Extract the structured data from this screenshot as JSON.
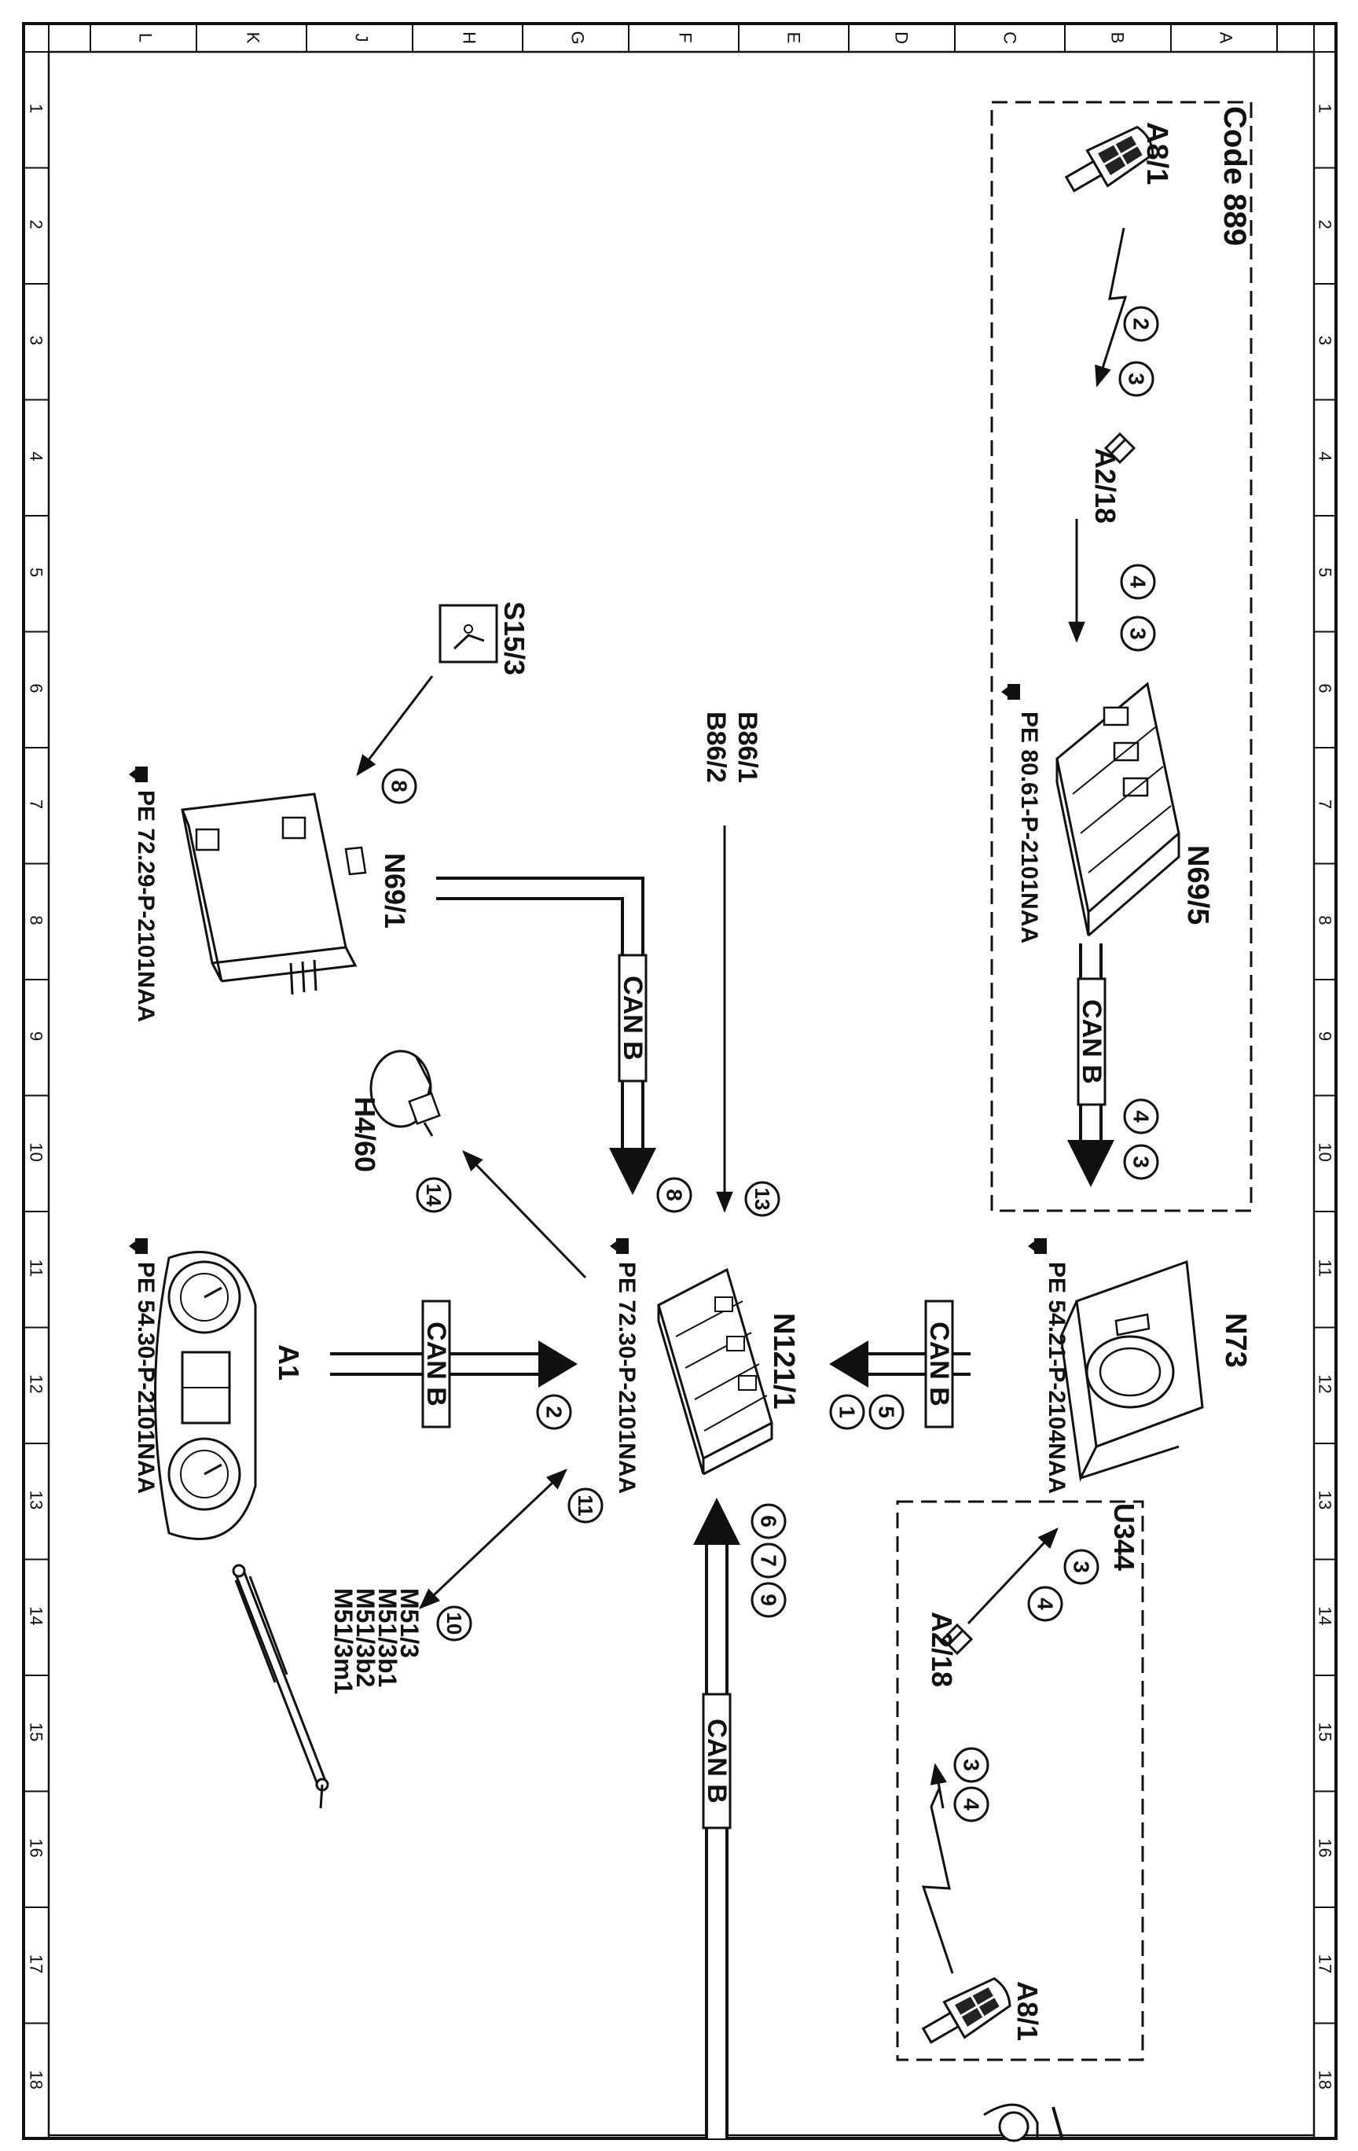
{
  "frame": {
    "columns": [
      "A",
      "B",
      "C",
      "D",
      "E",
      "F",
      "G",
      "H",
      "J",
      "K",
      "L"
    ],
    "rows": [
      "1",
      "2",
      "3",
      "4",
      "5",
      "6",
      "7",
      "8",
      "9",
      "10",
      "11",
      "12",
      "13",
      "14",
      "15",
      "16",
      "17",
      "18"
    ]
  },
  "groups": {
    "code889": "Code 889",
    "u344": "U344"
  },
  "bus": {
    "label": "CAN B"
  },
  "components": {
    "a8_1_top": "A8/1",
    "a2_18_top": "A2/18",
    "n69_5": "N69/5",
    "n69_5_ref": "PE 80.61-P-2101NAA",
    "n73": "N73",
    "n73_ref": "PE 54.21-P-2104NAA",
    "n121_1": "N121/1",
    "n121_1_ref": "PE 72.30-P-2101NAA",
    "b86": [
      "B86/1",
      "B86/2"
    ],
    "s15_3": "S15/3",
    "n69_1": "N69/1",
    "n69_1_ref": "PE 72.29-P-2101NAA",
    "h4_60": "H4/60",
    "a1": "A1",
    "a1_ref": "PE 54.30-P-2101NAA",
    "m51": [
      "M51/3",
      "M51/3b1",
      "M51/3b2",
      "M51/3m1"
    ],
    "a2_18_bottom": "A2/18",
    "a8_1_bottom": "A8/1"
  },
  "callouts": [
    "1",
    "2",
    "3",
    "4",
    "5",
    "6",
    "7",
    "8",
    "9",
    "10",
    "11",
    "13",
    "14"
  ]
}
